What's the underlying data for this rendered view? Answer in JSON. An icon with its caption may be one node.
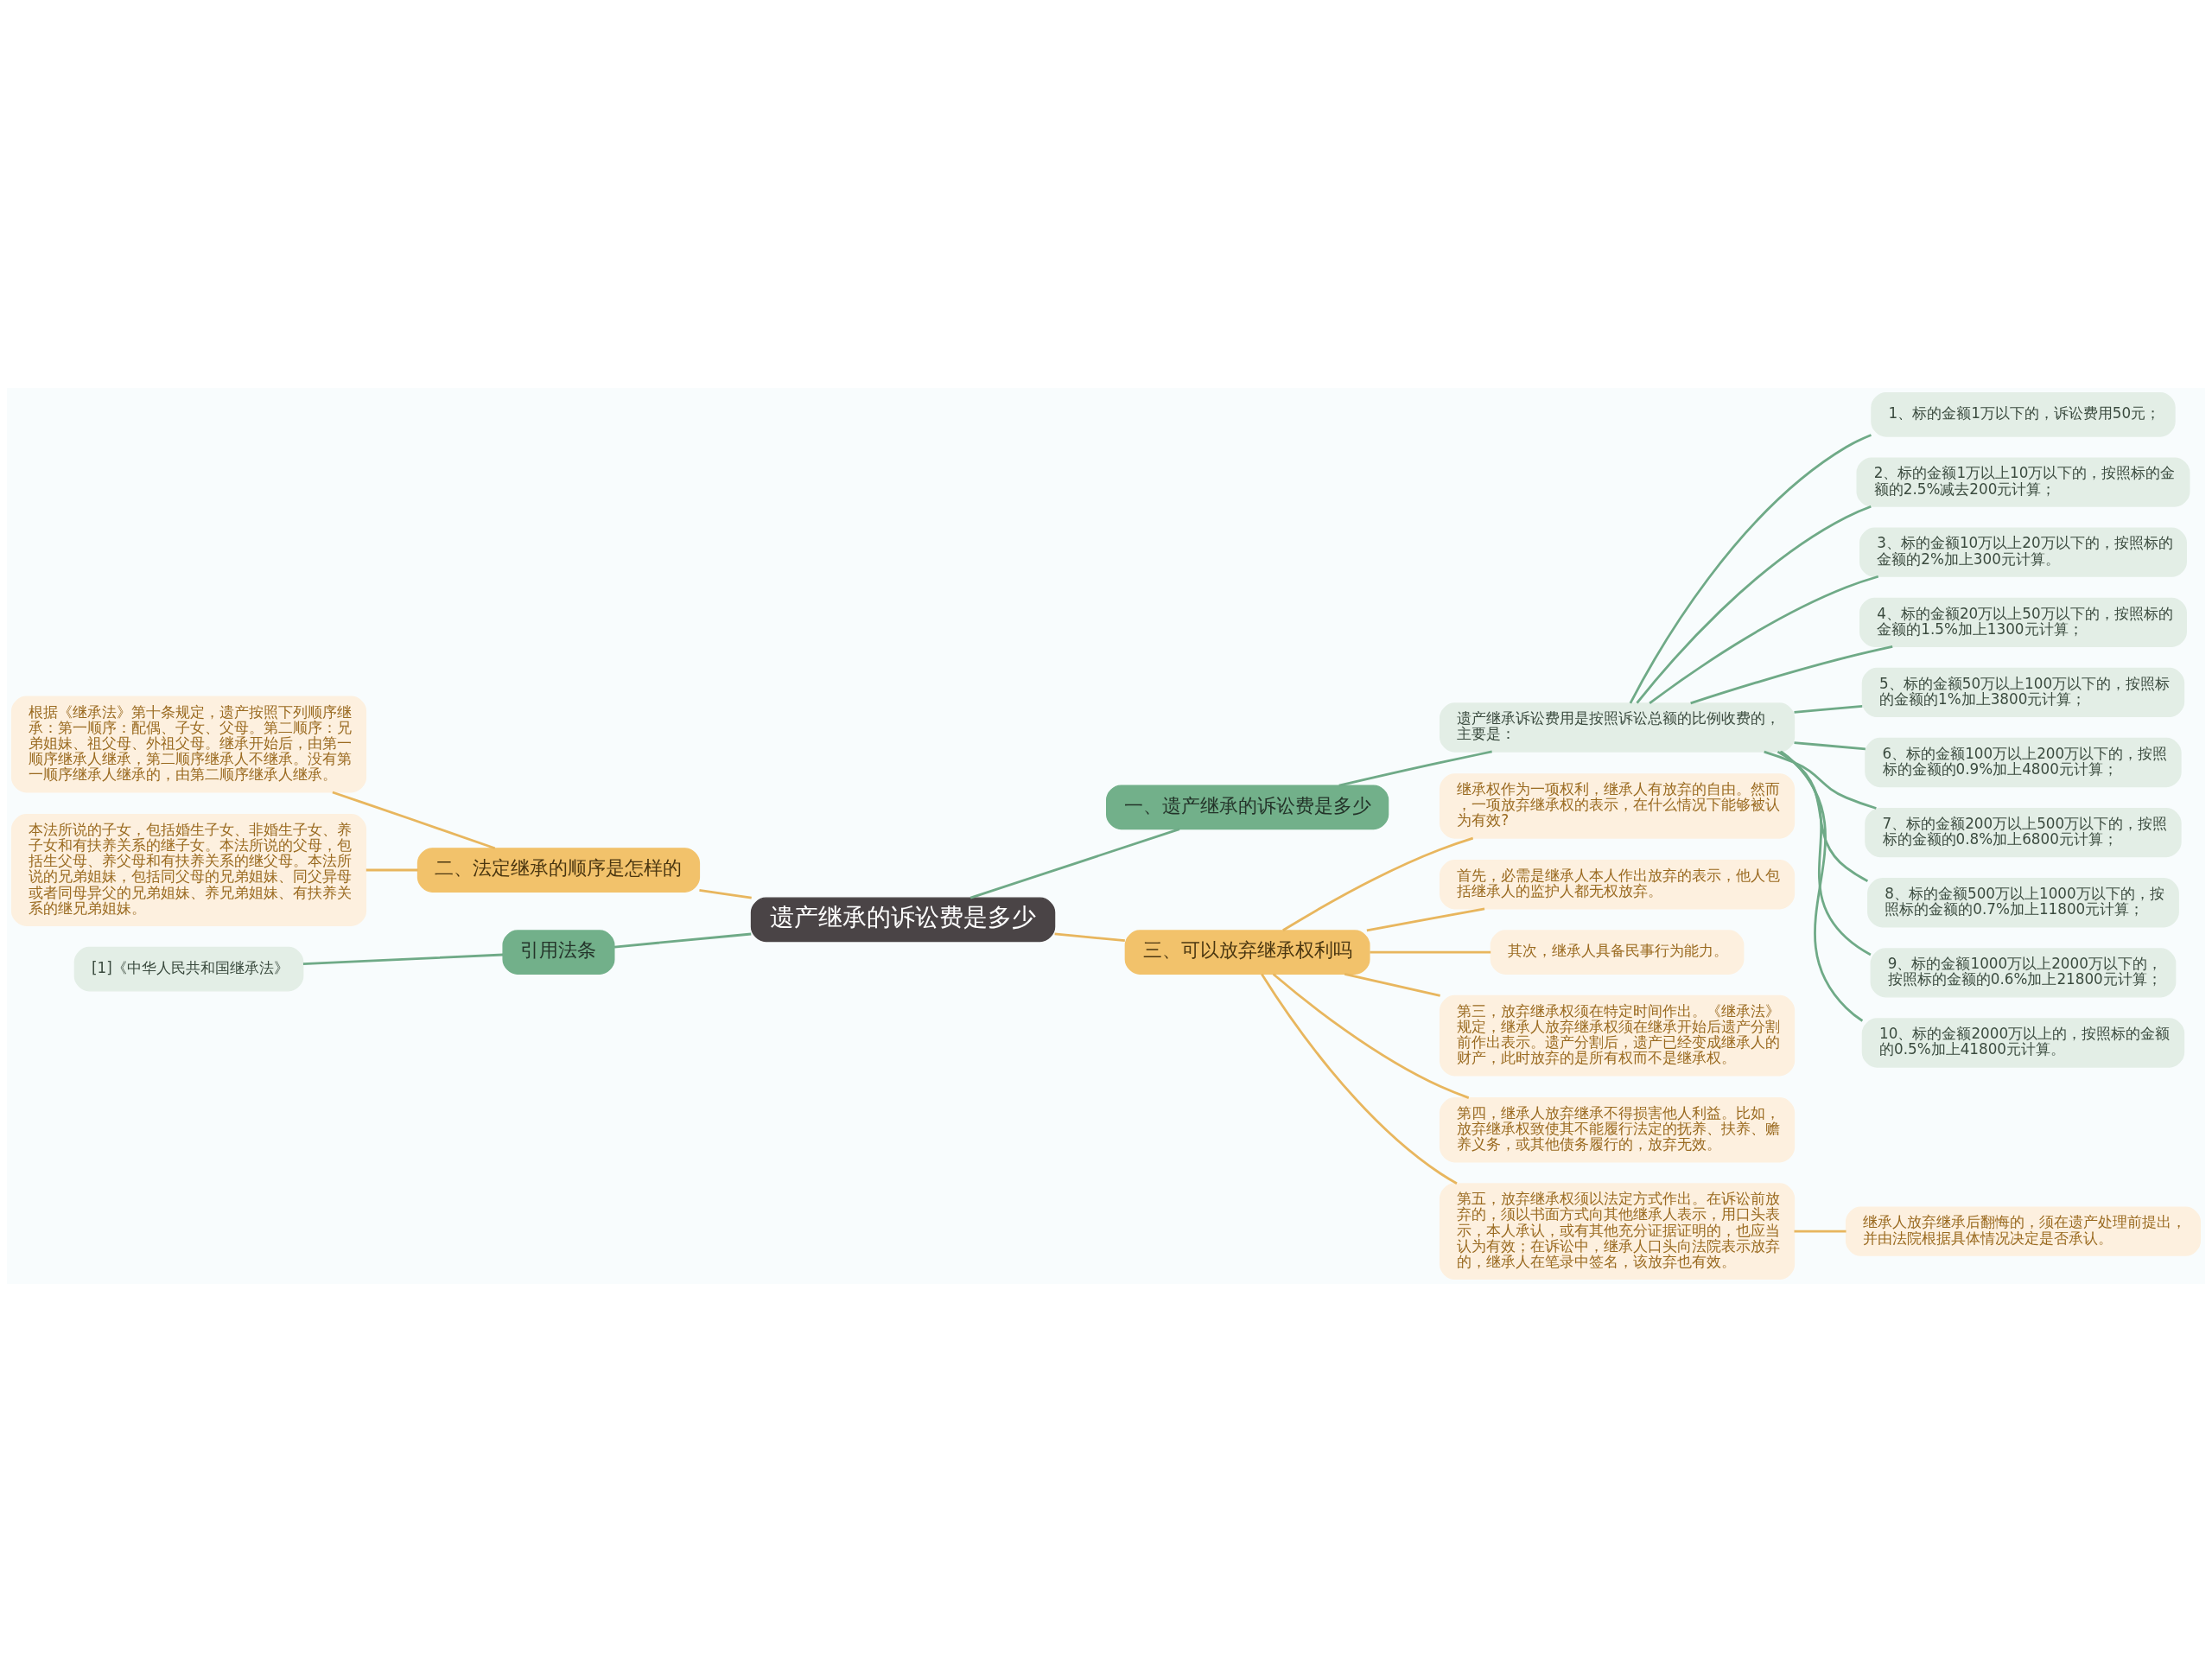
{
  "diagram": {
    "nodes": [
      {
        "text": [
          "遗产继承的诉讼费是多少"
        ]
      },
      {
        "text": [
          "一、遗产继承的诉讼费是多少"
        ]
      },
      {
        "text": [
          "遗产继承诉讼费用是按照诉讼总额的比例收费的，主要是："
        ]
      },
      {
        "text": [
          "1、标的金额1万以下的，诉讼费用50元；"
        ]
      },
      {
        "text": [
          "2、标的金额1万以上10万以下的，按照标的金额的2.5%减去200元计算；"
        ]
      },
      {
        "text": [
          "3、标的金额10万以上20万以下的，按照标的金额的2%加上300元计算。"
        ]
      },
      {
        "text": [
          "4、标的金额20万以上50万以下的，按照标的金额的1.5%加上1300元计算；"
        ]
      },
      {
        "text": [
          "5、标的金额50万以上100万以下的，按照标的金额的1%加上3800元计算；"
        ]
      },
      {
        "text": [
          "6、标的金额100万以上200万以下的，按照标的金额的0.9%加上4800元计算；"
        ]
      },
      {
        "text": [
          "7、标的金额200万以上500万以下的，按照标的金额的0.8%加上6800元计算；"
        ]
      },
      {
        "text": [
          "8、标的金额500万以上1000万以下的，按照标的金额的0.7%加上11800元计算；"
        ]
      },
      {
        "text": [
          "9、标的金额1000万以上2000万以下的，按照标的金额的0.6%加上21800元计算；"
        ]
      },
      {
        "text": [
          "10、标的金额2000万以上的，按照标的金额的0.5%加上41800元计算。"
        ]
      },
      {
        "text": [
          "二、法定继承的顺序是怎样的"
        ]
      },
      {
        "text": [
          "根据《继承法》第十条规定，遗产按照下列顺序继承：第一顺序：配偶、子女、父母。第二顺序：兄弟姐妹、祖父母、外祖父母。继承开始后，由第一顺序继承人继承，第二顺序继承人不继承。没有第一顺序继承人继承的，由第二顺序继承人继承。"
        ]
      },
      {
        "text": [
          "本法所说的子女，包括婚生子女、非婚生子女、养子女和有扶养关系的继子女。本法所说的父母，包括生父母、养父母和有扶养关系的继父母。本法所说的兄弟姐妹，包括同父母的兄弟姐妹、同父异母或者同母异父的兄弟姐妹、养兄弟姐妹、有扶养关系的继兄弟姐妹。"
        ]
      },
      {
        "text": [
          "引用法条"
        ]
      },
      {
        "text": [
          "[1]《中华人民共和国继承法》"
        ]
      },
      {
        "text": [
          "三、可以放弃继承权利吗"
        ]
      },
      {
        "text": [
          "继承权作为一项权利，继承人有放弃的自由。然而，一项放弃继承权的表示，在什么情况下能够被认为有效?"
        ]
      },
      {
        "text": [
          "首先，必需是继承人本人作出放弃的表示，他人包括继承人的监护人都无权放弃。"
        ]
      },
      {
        "text": [
          "其次，继承人具备民事行为能力。"
        ]
      },
      {
        "text": [
          "第三，放弃继承权须在特定时间作出。《继承法》规定，继承人放弃继承权须在继承开始后遗产分割前作出表示。遗产分割后，遗产已经变成继承人的财产，此时放弃的是所有权而不是继承权。"
        ]
      },
      {
        "text": [
          "第四，继承人放弃继承不得损害他人利益。比如，放弃继承权致使其不能履行法定的抚养、扶养、赡养义务，或其他债务履行的，放弃无效。"
        ]
      },
      {
        "text": [
          "第五，放弃继承权须以法定方式作出。在诉讼前放弃的，须以书面方式向其他继承人表示，用口头表示，本人承认，或有其他充分证据证明的，也应当认为有效；在诉讼中，继承人口头向法院表示放弃的，继承人在笔录中签名，该放弃也有效。"
        ]
      },
      {
        "text": [
          "继承人放弃继承后翻悔的，须在遗产处理前提出，并由法院根据具体情况决定是否承认。"
        ]
      }
    ],
    "edges": [
      {
        "from": 0,
        "to": 1,
        "arrow": "none"
      },
      {
        "from": 1,
        "to": 2,
        "arrow": "none"
      },
      {
        "from": 2,
        "to": 3,
        "arrow": "none"
      },
      {
        "from": 2,
        "to": 4,
        "arrow": "none"
      },
      {
        "from": 2,
        "to": 5,
        "arrow": "none"
      },
      {
        "from": 2,
        "to": 6,
        "arrow": "none"
      },
      {
        "from": 2,
        "to": 7,
        "arrow": "none"
      },
      {
        "from": 2,
        "to": 8,
        "arrow": "none"
      },
      {
        "from": 2,
        "to": 9,
        "arrow": "none"
      },
      {
        "from": 2,
        "to": 10,
        "arrow": "none"
      },
      {
        "from": 2,
        "to": 11,
        "arrow": "none"
      },
      {
        "from": 2,
        "to": 12,
        "arrow": "none"
      },
      {
        "from": 0,
        "to": 13,
        "arrow": "none",
        "color": "#e8b65e"
      },
      {
        "from": 13,
        "to": 14,
        "arrow": "none",
        "color": "#e8b65e"
      },
      {
        "from": 13,
        "to": 15,
        "arrow": "none",
        "color": "#e8b65e"
      },
      {
        "from": 0,
        "to": 16,
        "arrow": "none"
      },
      {
        "from": 16,
        "to": 17,
        "arrow": "none"
      },
      {
        "from": 0,
        "to": 18,
        "arrow": "none",
        "color": "#e8b65e"
      },
      {
        "from": 18,
        "to": 19,
        "arrow": "none",
        "color": "#e8b65e"
      },
      {
        "from": 18,
        "to": 20,
        "arrow": "none",
        "color": "#e8b65e"
      },
      {
        "from": 18,
        "to": 21,
        "arrow": "none",
        "color": "#e8b65e"
      },
      {
        "from": 18,
        "to": 22,
        "arrow": "none",
        "color": "#e8b65e"
      },
      {
        "from": 18,
        "to": 23,
        "arrow": "none",
        "color": "#e8b65e"
      },
      {
        "from": 18,
        "to": 24,
        "arrow": "none",
        "color": "#e8b65e"
      },
      {
        "from": 24,
        "to": 25,
        "arrow": "none",
        "color": "#e8b65e"
      }
    ]
  }
}
